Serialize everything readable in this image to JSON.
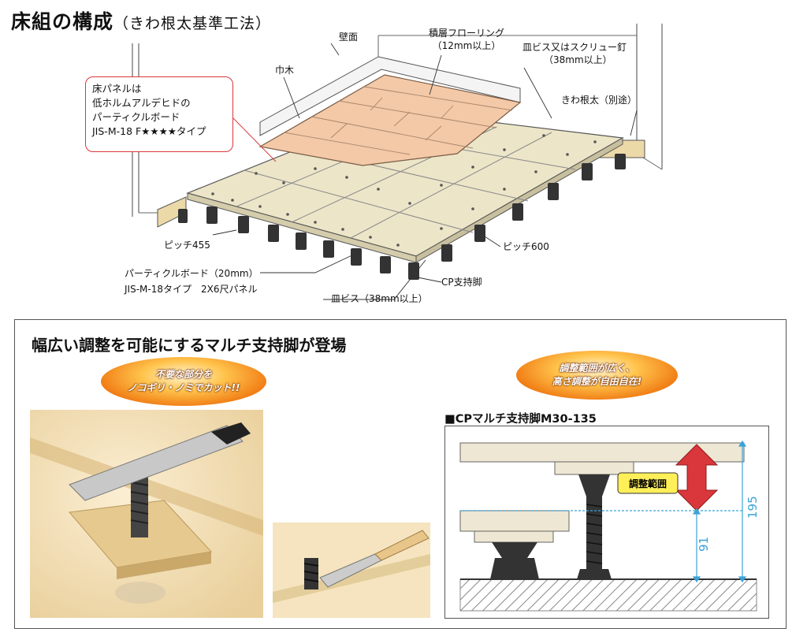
{
  "title": {
    "main": "床組の構成",
    "sub": "（きわ根太基準工法）"
  },
  "labels": {
    "wall": "壁面",
    "flooring_1": "積層フローリング",
    "flooring_2": "（12mm以上）",
    "screw_top_1": "皿ビス又はスクリュー釘",
    "screw_top_2": "（38mm以上）",
    "baseboard": "巾木",
    "edge_joist": "きわ根太（別途）",
    "pitch_455": "ピッチ455",
    "pitch_600": "ピッチ600",
    "particle_1": "パーティクルボード（20mm）",
    "particle_2": "JIS-M-18タイプ　2X6尺パネル",
    "screw_bottom": "皿ビス（38mm以上）",
    "support": "CP支持脚"
  },
  "callout": {
    "lines": [
      "床パネルは",
      "低ホルムアルデヒドの",
      "パーティクルボード",
      "JIS-M-18 F★★★★タイプ"
    ]
  },
  "bottom": {
    "title": "幅広い調整を可能にするマルチ支持脚が登場",
    "pill_left": [
      "不要な部分を",
      "ノコギリ・ノミでカット!!"
    ],
    "pill_right": [
      "調整範囲が広く、",
      "高さ調整が自由自在!"
    ],
    "spec_title": "■CPマルチ支持脚M30-135",
    "adjust_label": "調整範囲",
    "dim_91": "91",
    "dim_195": "195"
  },
  "colors": {
    "accent_red": "#d9373b",
    "dimension_cyan": "#3aa3d8",
    "pill_orange": "#f07a12",
    "flooring": "#f3c9a8",
    "panel": "#ece5c8",
    "wood": "#ecd9a8",
    "callout_yellow": "#fff05a"
  },
  "icons": {
    "arrow": "double-arrow-icon"
  }
}
